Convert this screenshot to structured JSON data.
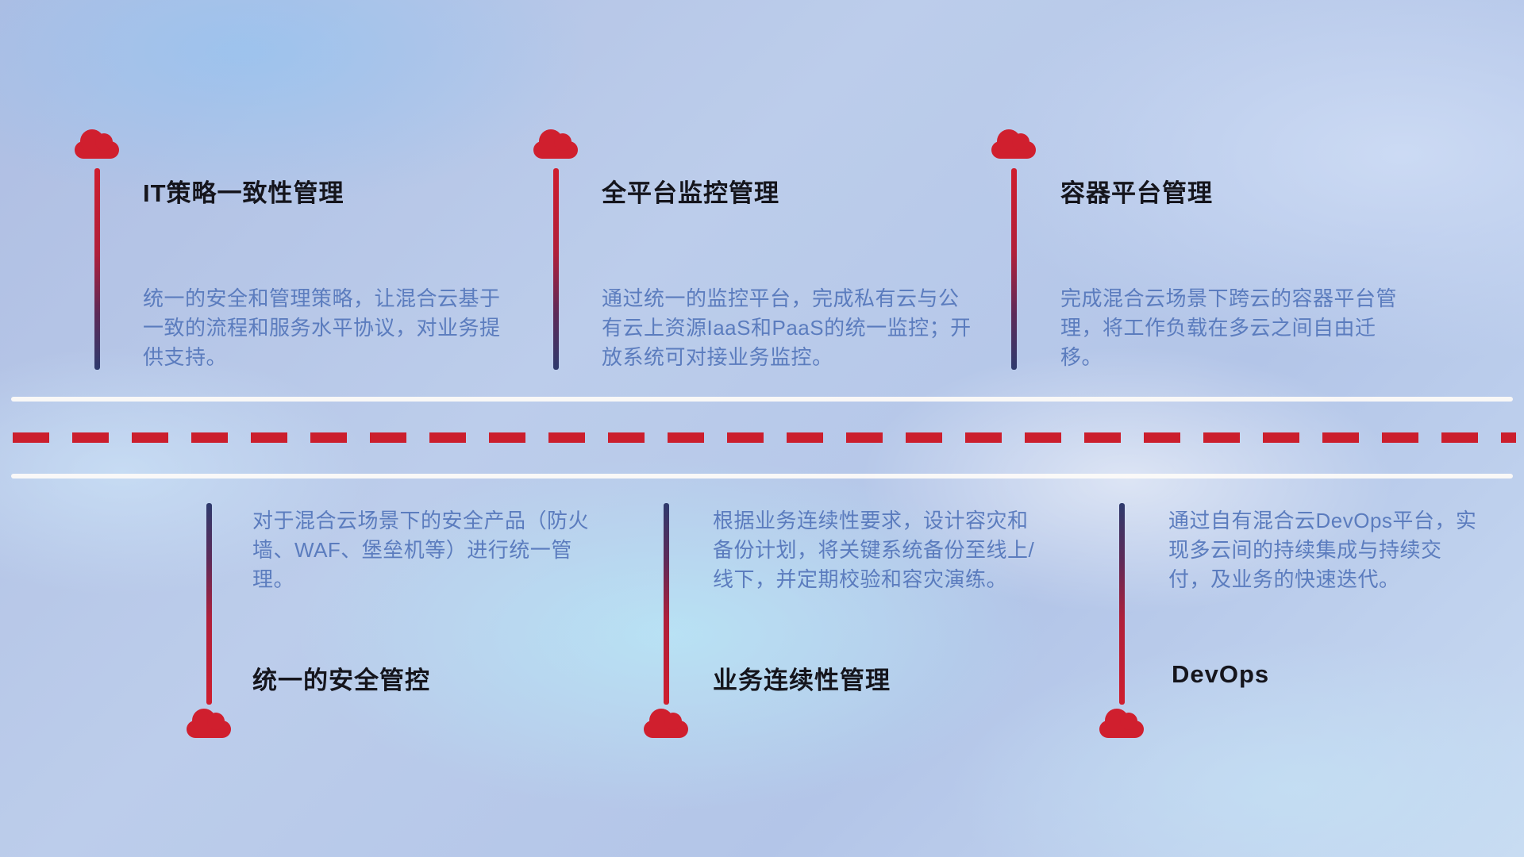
{
  "colors": {
    "accent_red": "#d01f2e",
    "line_navy": "#2e3a6d",
    "title_text": "#15151c",
    "desc_text": "#5b7cbe",
    "road_white": "#fcfaf8",
    "background_blue": "#b8c8e8"
  },
  "top_items": [
    {
      "icon": "cloud-icon",
      "title": "IT策略一致性管理",
      "description": "统一的安全和管理策略，让混合云基于一致的流程和服务水平协议，对业务提供支持。"
    },
    {
      "icon": "cloud-icon",
      "title": "全平台监控管理",
      "description": "通过统一的监控平台，完成私有云与公有云上资源IaaS和PaaS的统一监控；开放系统可对接业务监控。"
    },
    {
      "icon": "cloud-icon",
      "title": "容器平台管理",
      "description": "完成混合云场景下跨云的容器平台管理，将工作负载在多云之间自由迁移。"
    }
  ],
  "bottom_items": [
    {
      "icon": "cloud-icon",
      "title": "统一的安全管控",
      "description": "对于混合云场景下的安全产品（防火墙、WAF、堡垒机等）进行统一管理。"
    },
    {
      "icon": "cloud-icon",
      "title": "业务连续性管理",
      "description": "根据业务连续性要求，设计容灾和备份计划，将关键系统备份至线上/线下，并定期校验和容灾演练。"
    },
    {
      "icon": "cloud-icon",
      "title": "DevOps",
      "description": "通过自有混合云DevOps平台，实现多云间的持续集成与持续交付，及业务的快速迭代。"
    }
  ]
}
